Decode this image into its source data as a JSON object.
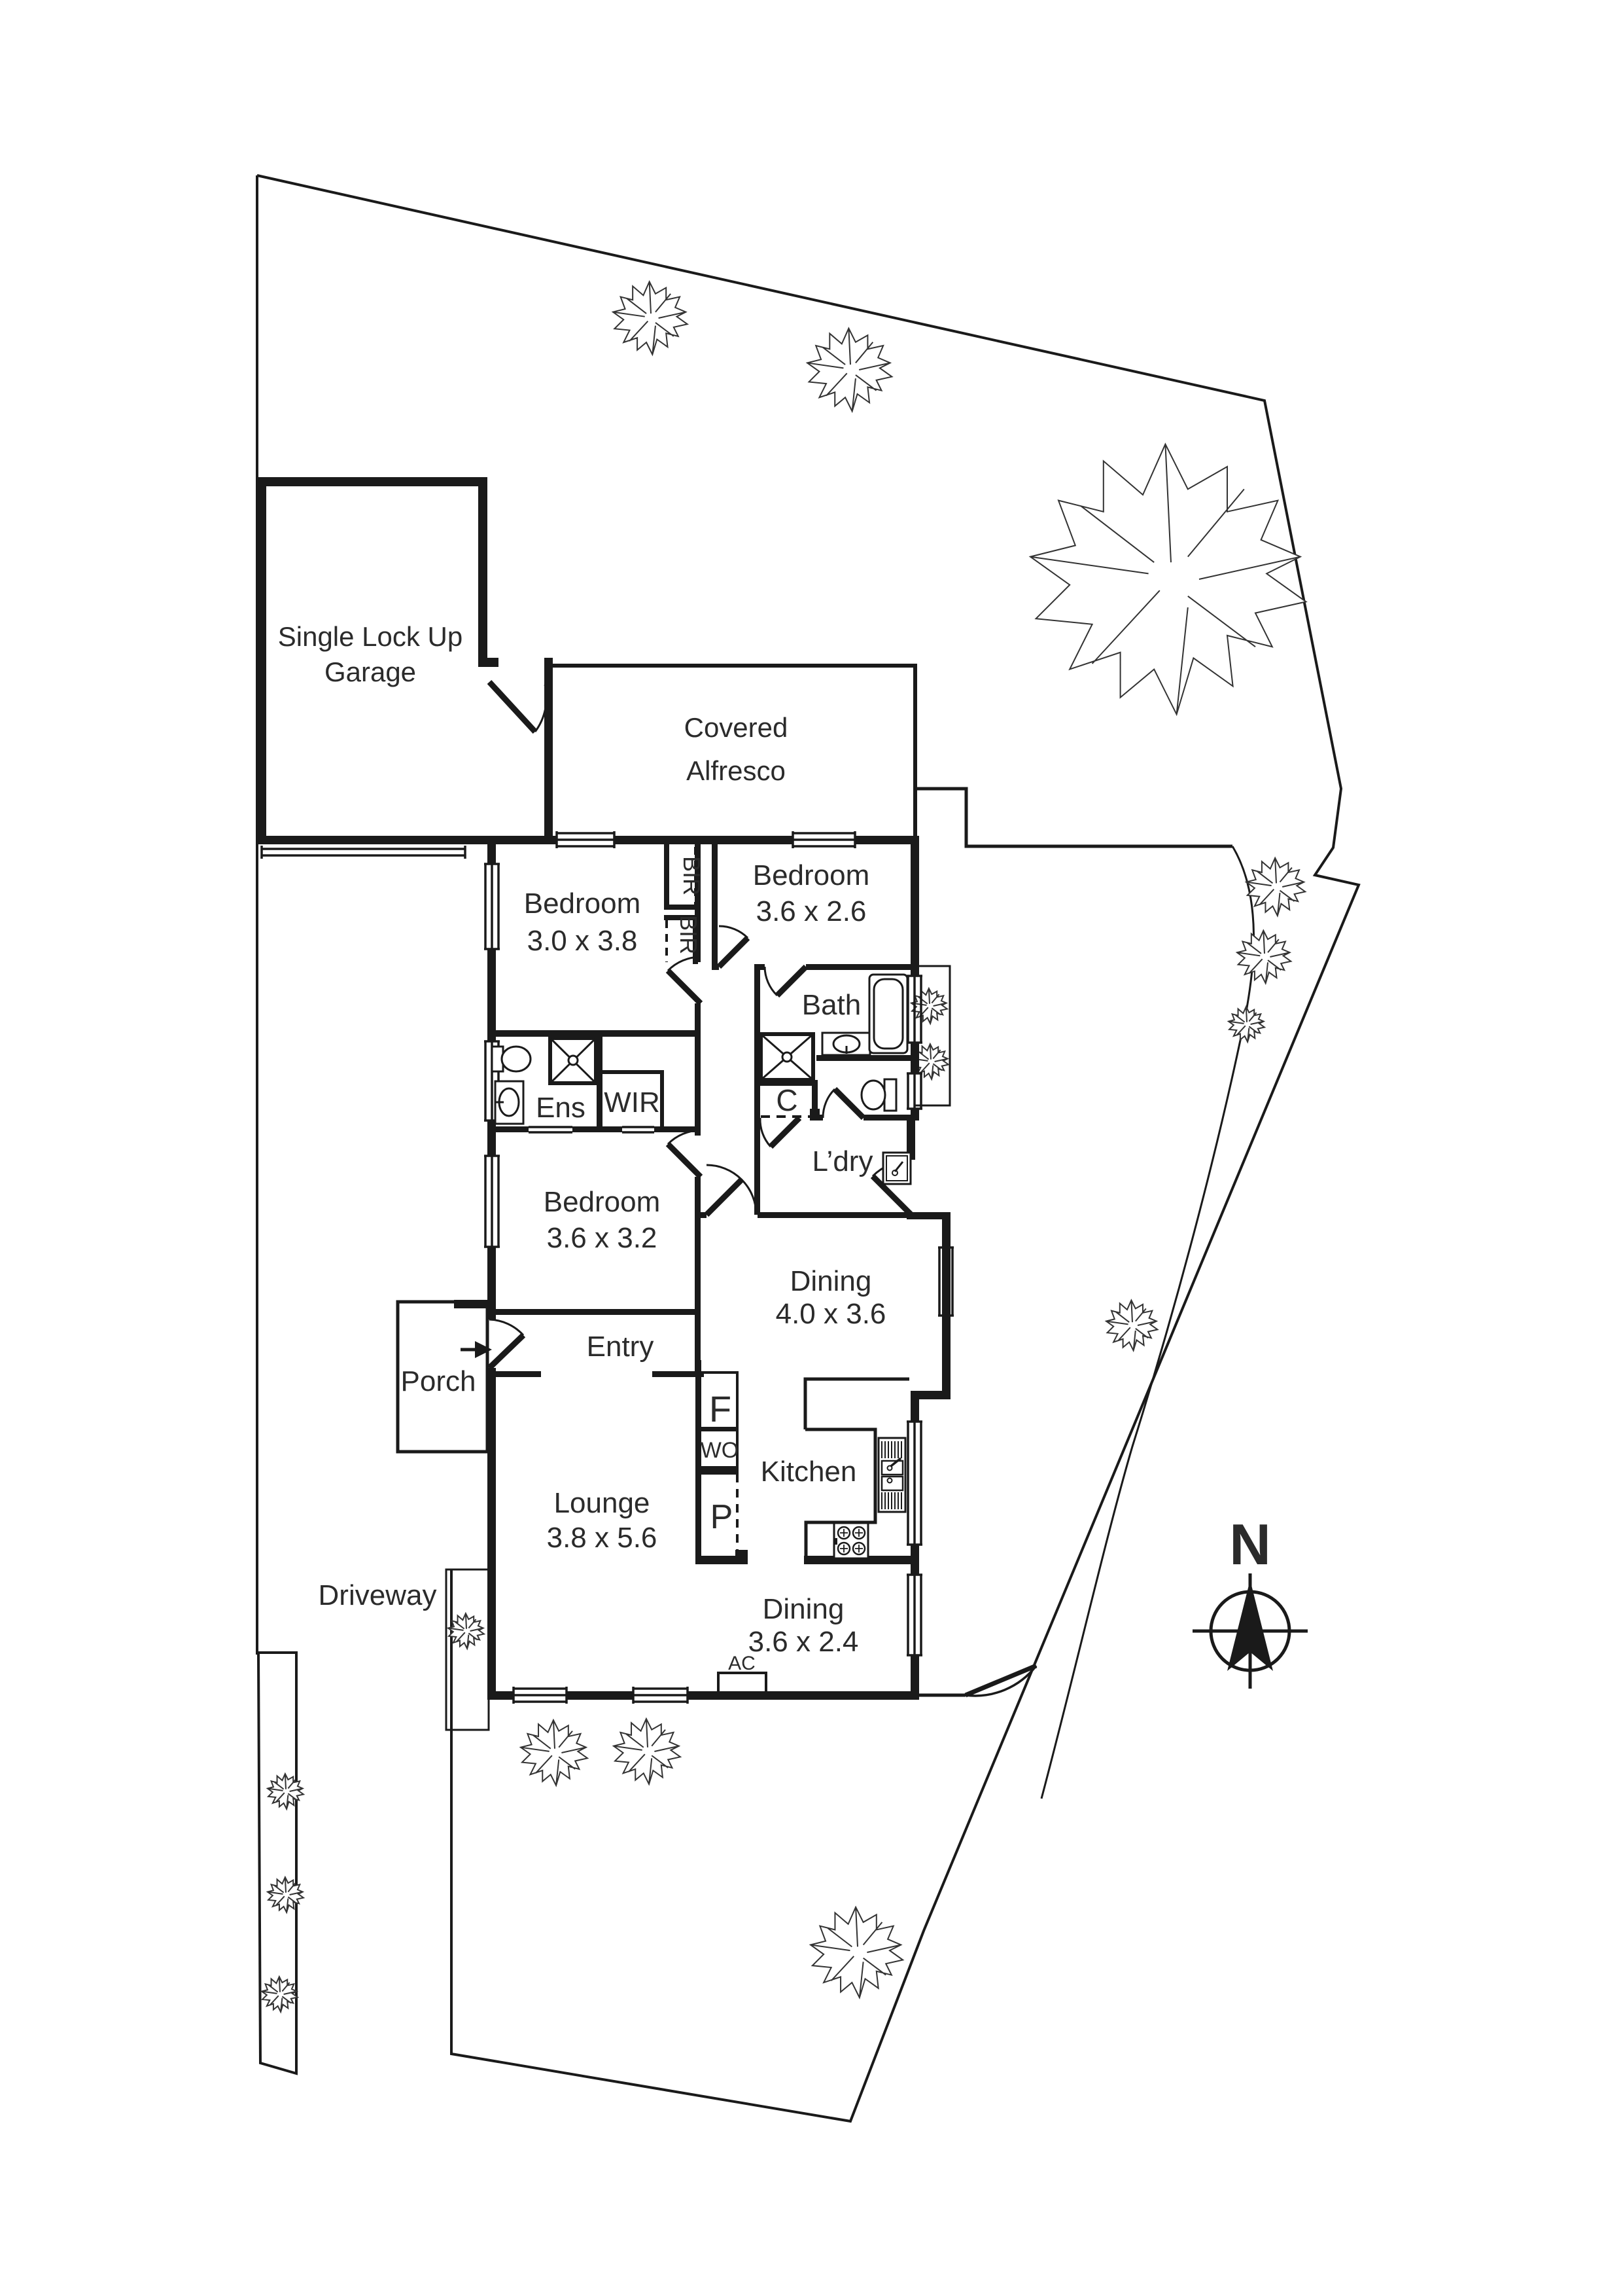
{
  "colors": {
    "ink": "#1a1a1a",
    "paper": "#ffffff",
    "text": "#2b2b2b"
  },
  "labels": {
    "garage_line1": "Single Lock Up",
    "garage_line2": "Garage",
    "alfresco_line1": "Covered",
    "alfresco_line2": "Alfresco",
    "bed1_name": "Bedroom",
    "bed1_dims": "3.0 x 3.8",
    "bed2_name": "Bedroom",
    "bed2_dims": "3.6 x 2.6",
    "bed3_name": "Bedroom",
    "bed3_dims": "3.6 x 3.2",
    "bath": "Bath",
    "ens": "Ens",
    "wir": "WIR",
    "closet": "C",
    "laundry": "L’dry",
    "dining1_name": "Dining",
    "dining1_dims": "4.0 x 3.6",
    "dining2_name": "Dining",
    "dining2_dims": "3.6 x 2.4",
    "kitchen": "Kitchen",
    "lounge_name": "Lounge",
    "lounge_dims": "3.8 x 5.6",
    "entry": "Entry",
    "porch": "Porch",
    "driveway": "Driveway",
    "bir1": "BIR",
    "bir2": "BIR",
    "fridge": "F",
    "wall_oven": "WO",
    "pantry": "P",
    "ac": "AC",
    "north": "N"
  }
}
